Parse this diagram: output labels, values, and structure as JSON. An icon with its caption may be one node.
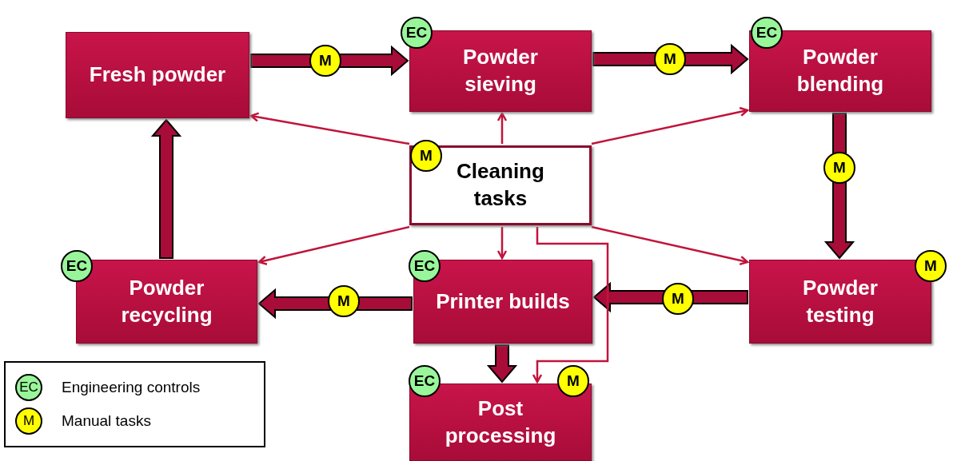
{
  "diagram": {
    "nodes": [
      {
        "text": [
          "Fresh powder"
        ]
      },
      {
        "text": [
          "EC",
          "Powder sieving"
        ]
      },
      {
        "text": [
          "EC",
          "Powder blending"
        ]
      },
      {
        "text": [
          "M",
          "Cleaning tasks"
        ]
      },
      {
        "text": [
          "EC",
          "Powder recycling"
        ]
      },
      {
        "text": [
          "EC",
          "Printer builds"
        ]
      },
      {
        "text": [
          "M",
          "Powder testing"
        ]
      },
      {
        "text": [
          "EC",
          "M",
          "Post processing"
        ]
      }
    ],
    "edges": [
      {
        "from": 0,
        "to": 1,
        "arrow": "to",
        "style": "thick",
        "label": "M"
      },
      {
        "from": 1,
        "to": 2,
        "arrow": "to",
        "style": "thick",
        "label": "M"
      },
      {
        "from": 2,
        "to": 6,
        "arrow": "to",
        "style": "thick",
        "label": "M"
      },
      {
        "from": 6,
        "to": 5,
        "arrow": "to",
        "style": "thick",
        "label": "M"
      },
      {
        "from": 5,
        "to": 4,
        "arrow": "to",
        "style": "thick",
        "label": "M"
      },
      {
        "from": 4,
        "to": 0,
        "arrow": "to",
        "style": "thick"
      },
      {
        "from": 5,
        "to": 7,
        "arrow": "to",
        "style": "thick"
      },
      {
        "from": 3,
        "to": 0,
        "arrow": "to"
      },
      {
        "from": 3,
        "to": 1,
        "arrow": "to"
      },
      {
        "from": 3,
        "to": 2,
        "arrow": "to"
      },
      {
        "from": 3,
        "to": 4,
        "arrow": "to"
      },
      {
        "from": 3,
        "to": 5,
        "arrow": "to"
      },
      {
        "from": 3,
        "to": 6,
        "arrow": "to"
      },
      {
        "from": 3,
        "to": 7,
        "arrow": "to"
      }
    ],
    "labels": [
      "EC",
      "M"
    ],
    "legend": [
      {
        "text": "Engineering controls",
        "color": "#99f599"
      },
      {
        "text": "Manual tasks",
        "color": "#ffff00"
      }
    ]
  }
}
